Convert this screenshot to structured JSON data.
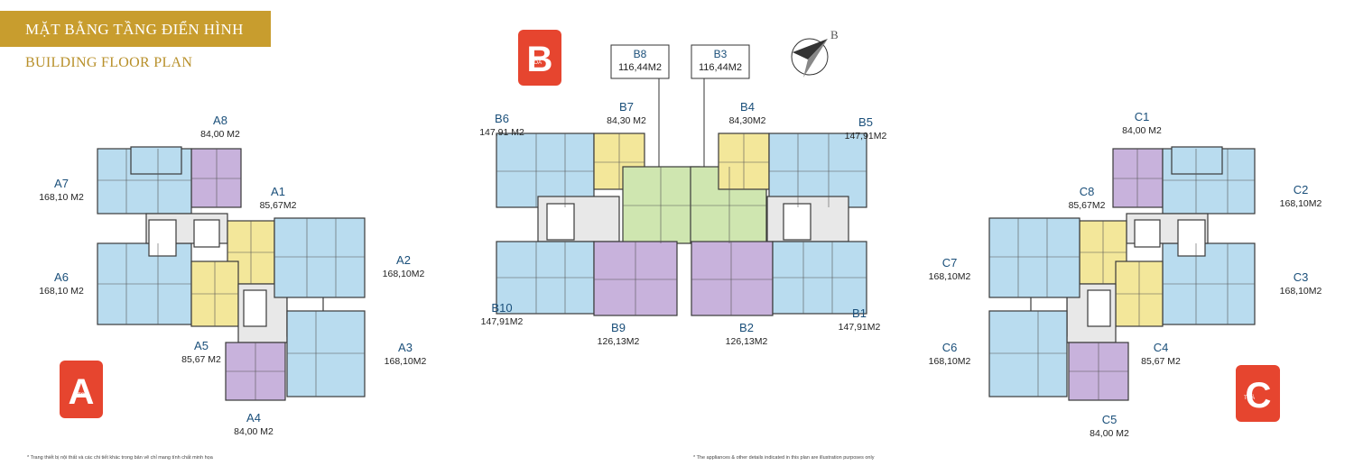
{
  "header": {
    "title_vi": "MẶT BẰNG TẦNG ĐIỂN HÌNH",
    "title_en": "BUILDING FLOOR PLAN"
  },
  "north_label": "B",
  "buildings": {
    "A": {
      "letter": "A",
      "small": "TOÀ"
    },
    "B": {
      "letter": "B",
      "small": "TOÀ"
    },
    "C": {
      "letter": "C",
      "small": "TOÀ"
    }
  },
  "units": [
    {
      "code": "A8",
      "area": "84,00 M2"
    },
    {
      "code": "A7",
      "area": "168,10 M2"
    },
    {
      "code": "A1",
      "area": "85,67M2"
    },
    {
      "code": "A6",
      "area": "168,10 M2"
    },
    {
      "code": "A2",
      "area": "168,10M2"
    },
    {
      "code": "A5",
      "area": "85,67 M2"
    },
    {
      "code": "A3",
      "area": "168,10M2"
    },
    {
      "code": "A4",
      "area": "84,00 M2"
    },
    {
      "code": "B8",
      "area": "116,44M2"
    },
    {
      "code": "B3",
      "area": "116,44M2"
    },
    {
      "code": "B7",
      "area": "84,30 M2"
    },
    {
      "code": "B4",
      "area": "84,30M2"
    },
    {
      "code": "B6",
      "area": "147,91 M2"
    },
    {
      "code": "B5",
      "area": "147,91M2"
    },
    {
      "code": "B10",
      "area": "147,91M2"
    },
    {
      "code": "B1",
      "area": "147,91M2"
    },
    {
      "code": "B9",
      "area": "126,13M2"
    },
    {
      "code": "B2",
      "area": "126,13M2"
    },
    {
      "code": "C1",
      "area": "84,00 M2"
    },
    {
      "code": "C8",
      "area": "85,67M2"
    },
    {
      "code": "C2",
      "area": "168,10M2"
    },
    {
      "code": "C7",
      "area": "168,10M2"
    },
    {
      "code": "C3",
      "area": "168,10M2"
    },
    {
      "code": "C6",
      "area": "168,10M2"
    },
    {
      "code": "C4",
      "area": "85,67 M2"
    },
    {
      "code": "C5",
      "area": "84,00 M2"
    }
  ],
  "footnotes": {
    "left": "* Trang thiết bị nội thất và các chi tiết khác trong bản vẽ chỉ mang tính chất minh họa",
    "right": "* The appliances & other details indicated in this plan are illustration purposes only"
  },
  "colors": {
    "gold": "#c89d2e",
    "blue": "#b9dcef",
    "purple": "#c8b2dc",
    "yellow": "#f3e79a",
    "green": "#cfe6b0",
    "red": "#e6452f",
    "core": "#e8e8e8"
  }
}
